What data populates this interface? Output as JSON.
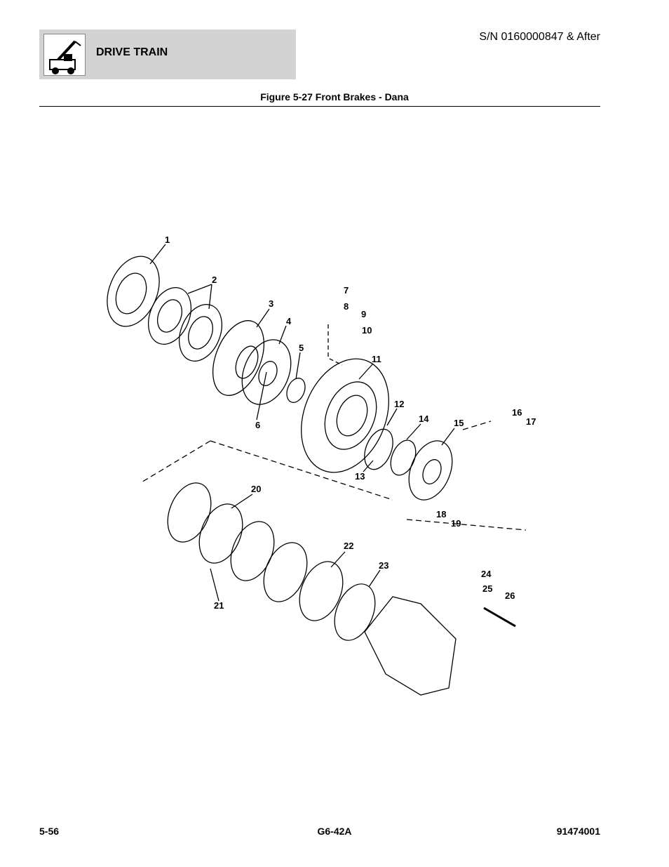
{
  "header": {
    "section_title": "DRIVE TRAIN",
    "serial": "S/N 0160000847 & After",
    "logo_icon": "jlg-telehandler-icon"
  },
  "figure": {
    "title": "Figure 5-27 Front Brakes - Dana",
    "callouts": [
      "1",
      "2",
      "3",
      "4",
      "5",
      "6",
      "7",
      "8",
      "9",
      "10",
      "11",
      "12",
      "13",
      "14",
      "15",
      "16",
      "17",
      "18",
      "19",
      "20",
      "21",
      "22",
      "23",
      "24",
      "25",
      "26"
    ]
  },
  "footer": {
    "page": "5-56",
    "model": "G6-42A",
    "manual_number": "91474001"
  }
}
